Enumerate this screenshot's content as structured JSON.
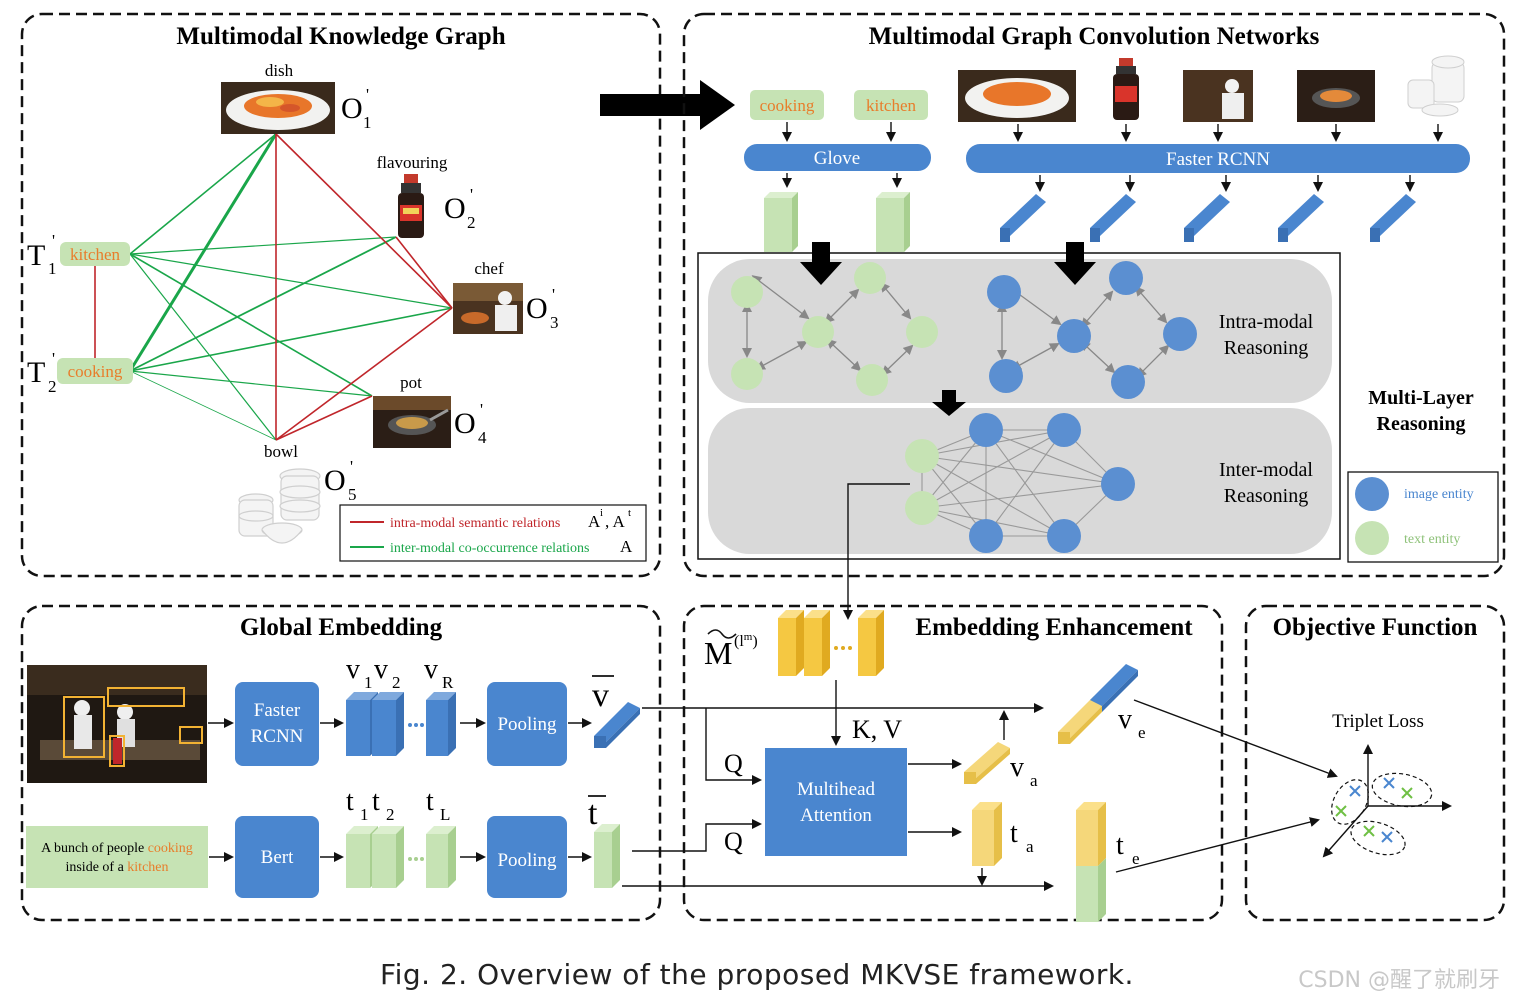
{
  "panels": {
    "mkg": "Multimodal Knowledge Graph",
    "mgcn": "Multimodal Graph Convolution Networks",
    "global": "Global Embedding",
    "enhance": "Embedding Enhancement",
    "objective": "Objective Function"
  },
  "kg": {
    "dish": "dish",
    "flavouring": "flavouring",
    "chef": "chef",
    "pot": "pot",
    "bowl": "bowl",
    "kitchen": "kitchen",
    "cooking": "cooking",
    "O1": "O",
    "O1_sub": "1",
    "O1_sup": "'",
    "O2": "O",
    "O2_sub": "2",
    "O2_sup": "'",
    "O3": "O",
    "O3_sub": "3",
    "O3_sup": "'",
    "O4": "O",
    "O4_sub": "4",
    "O4_sup": "'",
    "O5": "O",
    "O5_sub": "5",
    "O5_sup": "'",
    "T1": "T",
    "T1_sub": "1",
    "T1_sup": "'",
    "T2": "T",
    "T2_sub": "2",
    "T2_sup": "'",
    "legend_intra": "intra-modal semantic relations",
    "legend_intra_sym": "A",
    "legend_intra_sup1": "i",
    "legend_intra_mid": ", A",
    "legend_intra_sup2": "t",
    "legend_inter": "inter-modal co-occurrence relations",
    "legend_inter_sym": "A"
  },
  "mgcn": {
    "cooking": "cooking",
    "kitchen": "kitchen",
    "glove": "Glove",
    "faster_rcnn": "Faster RCNN",
    "intra": "Intra-modal",
    "intra2": "Reasoning",
    "inter": "Inter-modal",
    "inter2": "Reasoning",
    "multilayer": "Multi-Layer",
    "multilayer2": "Reasoning",
    "legend_image": "image entity",
    "legend_text": "text entity"
  },
  "global": {
    "faster": "Faster",
    "rcnn": "RCNN",
    "bert": "Bert",
    "pooling": "Pooling",
    "v": "v",
    "v1": "1",
    "v2": "2",
    "vR": "R",
    "t": "t",
    "t1": "1",
    "t2": "2",
    "tL": "L",
    "vbar": "v",
    "tbar": "t",
    "caption_text_a": "A bunch of people ",
    "caption_text_b": "cooking",
    "caption_text_c": "inside of a ",
    "caption_text_d": "kitchen"
  },
  "enhance": {
    "M": "M",
    "M_sup": "(l",
    "M_supsup": "m",
    "M_sup_end": ")",
    "kv": "K, V",
    "q1": "Q",
    "q2": "Q",
    "mha1": "Multihead",
    "mha2": "Attention",
    "va": "v",
    "va_sub": "a",
    "ta": "t",
    "ta_sub": "a",
    "ve": "v",
    "ve_sub": "e",
    "te": "t",
    "te_sub": "e"
  },
  "objective": {
    "triplet": "Triplet Loss"
  },
  "caption": "Fig. 2.  Overview of the proposed MKVSE framework.",
  "watermark": "CSDN @醒了就刷牙",
  "colors": {
    "green_edge": "#1aa64a",
    "red_edge": "#c0262b",
    "blue_box": "#4a86cf",
    "blue_node": "#5b8fd1",
    "green_node": "#c6e3b4",
    "orange_text": "#e87d2b",
    "yellow_box": "#f5c842",
    "gray_panel": "#d9d9d9"
  }
}
